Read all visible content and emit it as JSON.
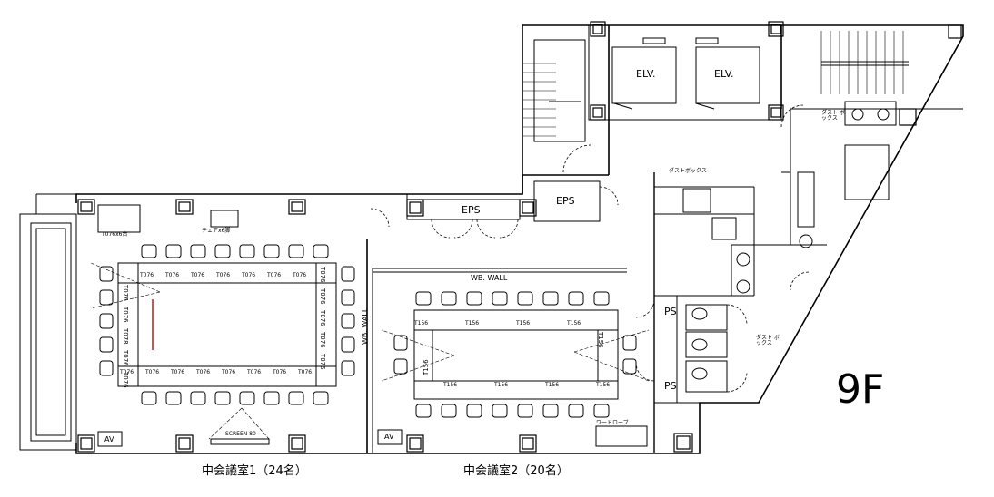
{
  "floor_label": "9F",
  "rooms": {
    "room1_name": "中会議室1（24名）",
    "room2_name": "中会議室2（20名）"
  },
  "labels": {
    "elv1": "ELV.",
    "elv2": "ELV.",
    "eps_top": "EPS",
    "eps_bottom": "EPS",
    "ps1": "PS",
    "ps2": "PS",
    "av1": "AV",
    "av2": "AV",
    "wb_wall_h": "WB. WALL",
    "wb_wall_v": "WB. WALL",
    "screen": "SCREEN 80",
    "table_stack": "T076x6台",
    "chair_stack": "チェアx6脚",
    "dust_box_1": "ダストボックス",
    "dust_box_2": "ダスト ボックス",
    "dust_box_3": "ダスト ボックス",
    "wardrobe": "ワードローブ"
  },
  "room1_tables": {
    "top_row": [
      "T076",
      "T076",
      "T076",
      "T076",
      "T076",
      "T076",
      "T076"
    ],
    "bottom_row": [
      "T076",
      "T076",
      "T076",
      "T076",
      "T076",
      "T076",
      "T076",
      "T076"
    ],
    "left_col": [
      "T076",
      "T076",
      "T078",
      "T076",
      "T076"
    ],
    "right_col": [
      "T076",
      "T076",
      "T076",
      "T076",
      "T076"
    ]
  },
  "room2_tables": {
    "top_row": [
      "T156",
      "T156",
      "T156",
      "T156"
    ],
    "bottom_row": [
      "T156",
      "T156",
      "T156",
      "T156"
    ],
    "left_end": "T156",
    "right_end": "T156"
  }
}
